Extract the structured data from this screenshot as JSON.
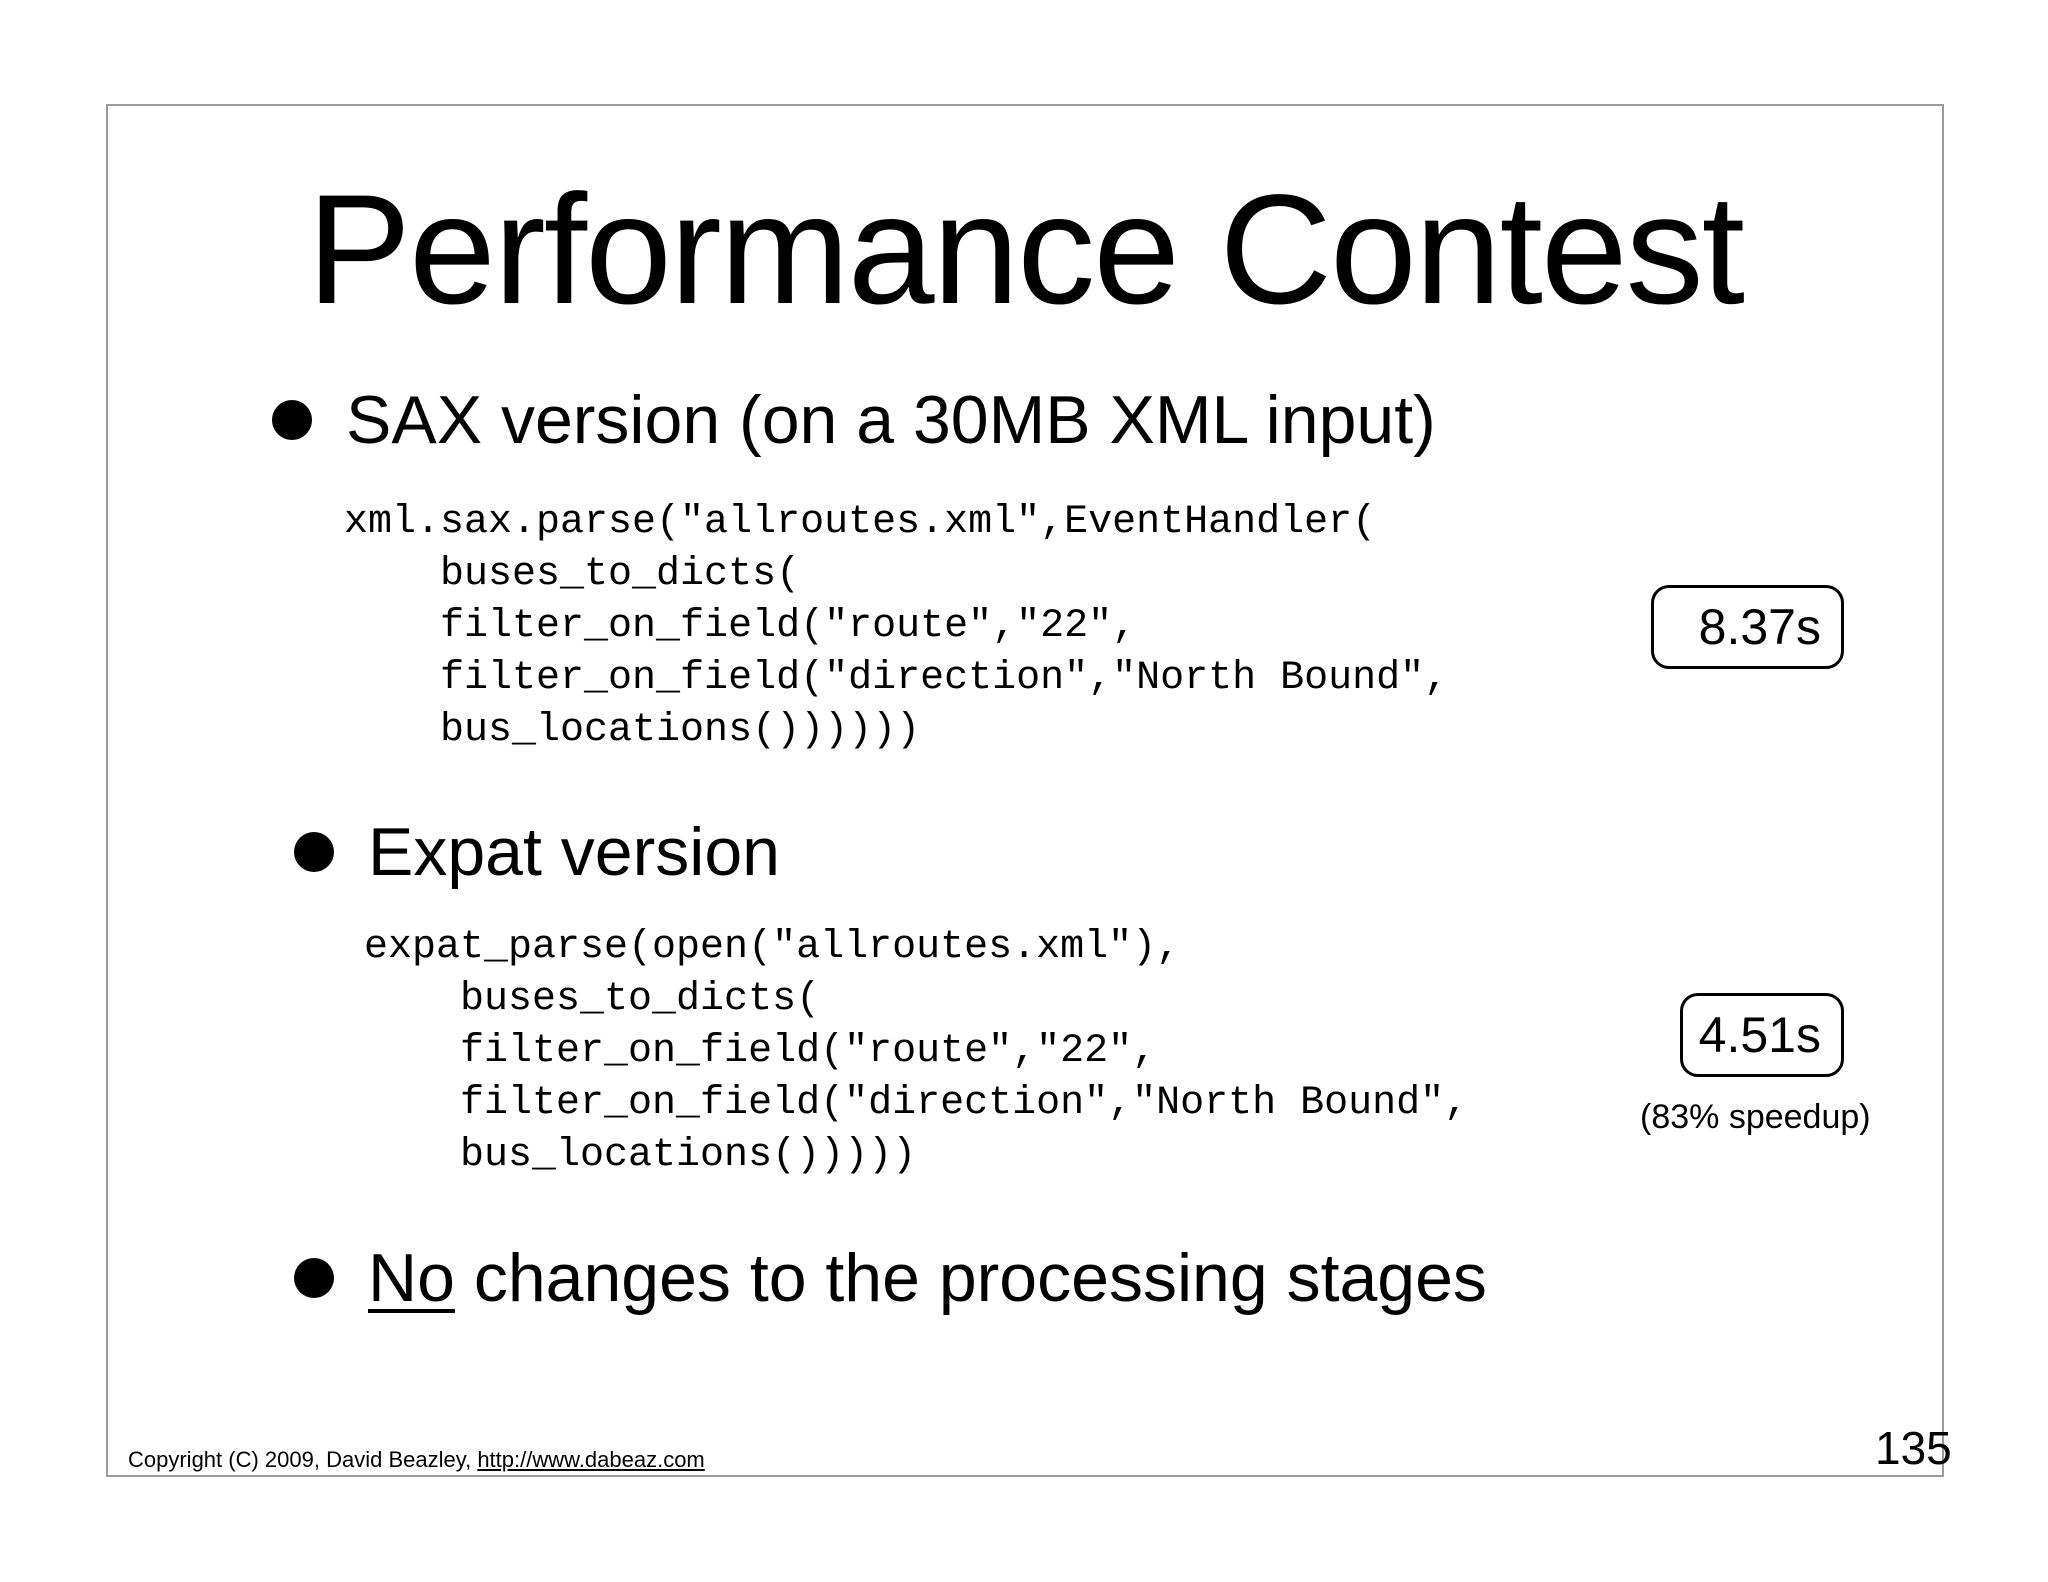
{
  "slide": {
    "title": "Performance Contest",
    "bullets": [
      {
        "text": "SAX version (on a 30MB XML input)",
        "code": "xml.sax.parse(\"allroutes.xml\",EventHandler(\n    buses_to_dicts(\n    filter_on_field(\"route\",\"22\",\n    filter_on_field(\"direction\",\"North Bound\",\n    bus_locations())))))",
        "timing": "8.37s"
      },
      {
        "text": "Expat version",
        "code": "expat_parse(open(\"allroutes.xml\"),\n    buses_to_dicts(\n    filter_on_field(\"route\",\"22\",\n    filter_on_field(\"direction\",\"North Bound\",\n    bus_locations()))))",
        "timing": "4.51s",
        "note": "(83% speedup)"
      },
      {
        "emphasis": "No",
        "text": " changes to the processing stages"
      }
    ],
    "footer": {
      "copyright": "Copyright (C) 2009,  David Beazley, ",
      "link": "http://www.dabeaz.com"
    },
    "page_number": "135"
  }
}
